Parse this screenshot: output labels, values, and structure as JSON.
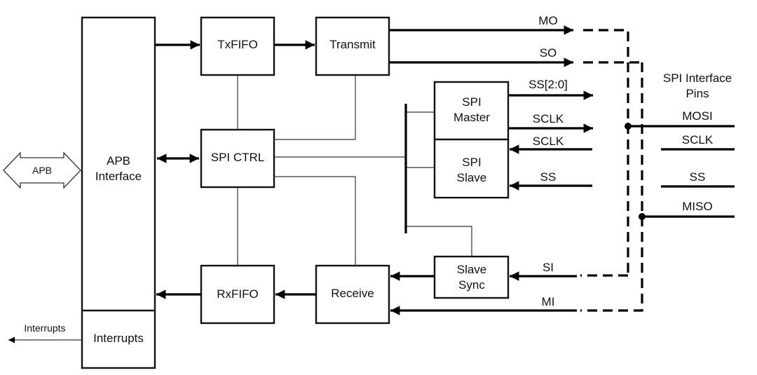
{
  "title": "SPI block diagram",
  "blocks": {
    "apb_interface": [
      "APB",
      "Interface"
    ],
    "interrupts_block": "Interrupts",
    "txfifo": "TxFIFO",
    "transmit": "Transmit",
    "spi_ctrl": "SPI CTRL",
    "rxfifo": "RxFIFO",
    "receive": "Receive",
    "spi_master": [
      "SPI",
      "Master"
    ],
    "spi_slave": [
      "SPI",
      "Slave"
    ],
    "slave_sync": [
      "Slave",
      "Sync"
    ]
  },
  "external": {
    "apb_bus": "APB",
    "interrupts_out": "Interrupts"
  },
  "signals": {
    "mo": "MO",
    "so": "SO",
    "ss_out": "SS[2:0]",
    "sclk_out": "SCLK",
    "sclk_in": "SCLK",
    "ss_in": "SS",
    "si": "SI",
    "mi": "MI"
  },
  "pins": {
    "heading": [
      "SPI Interface",
      "Pins"
    ],
    "mosi": "MOSI",
    "sclk": "SCLK",
    "ss": "SS",
    "miso": "MISO"
  }
}
